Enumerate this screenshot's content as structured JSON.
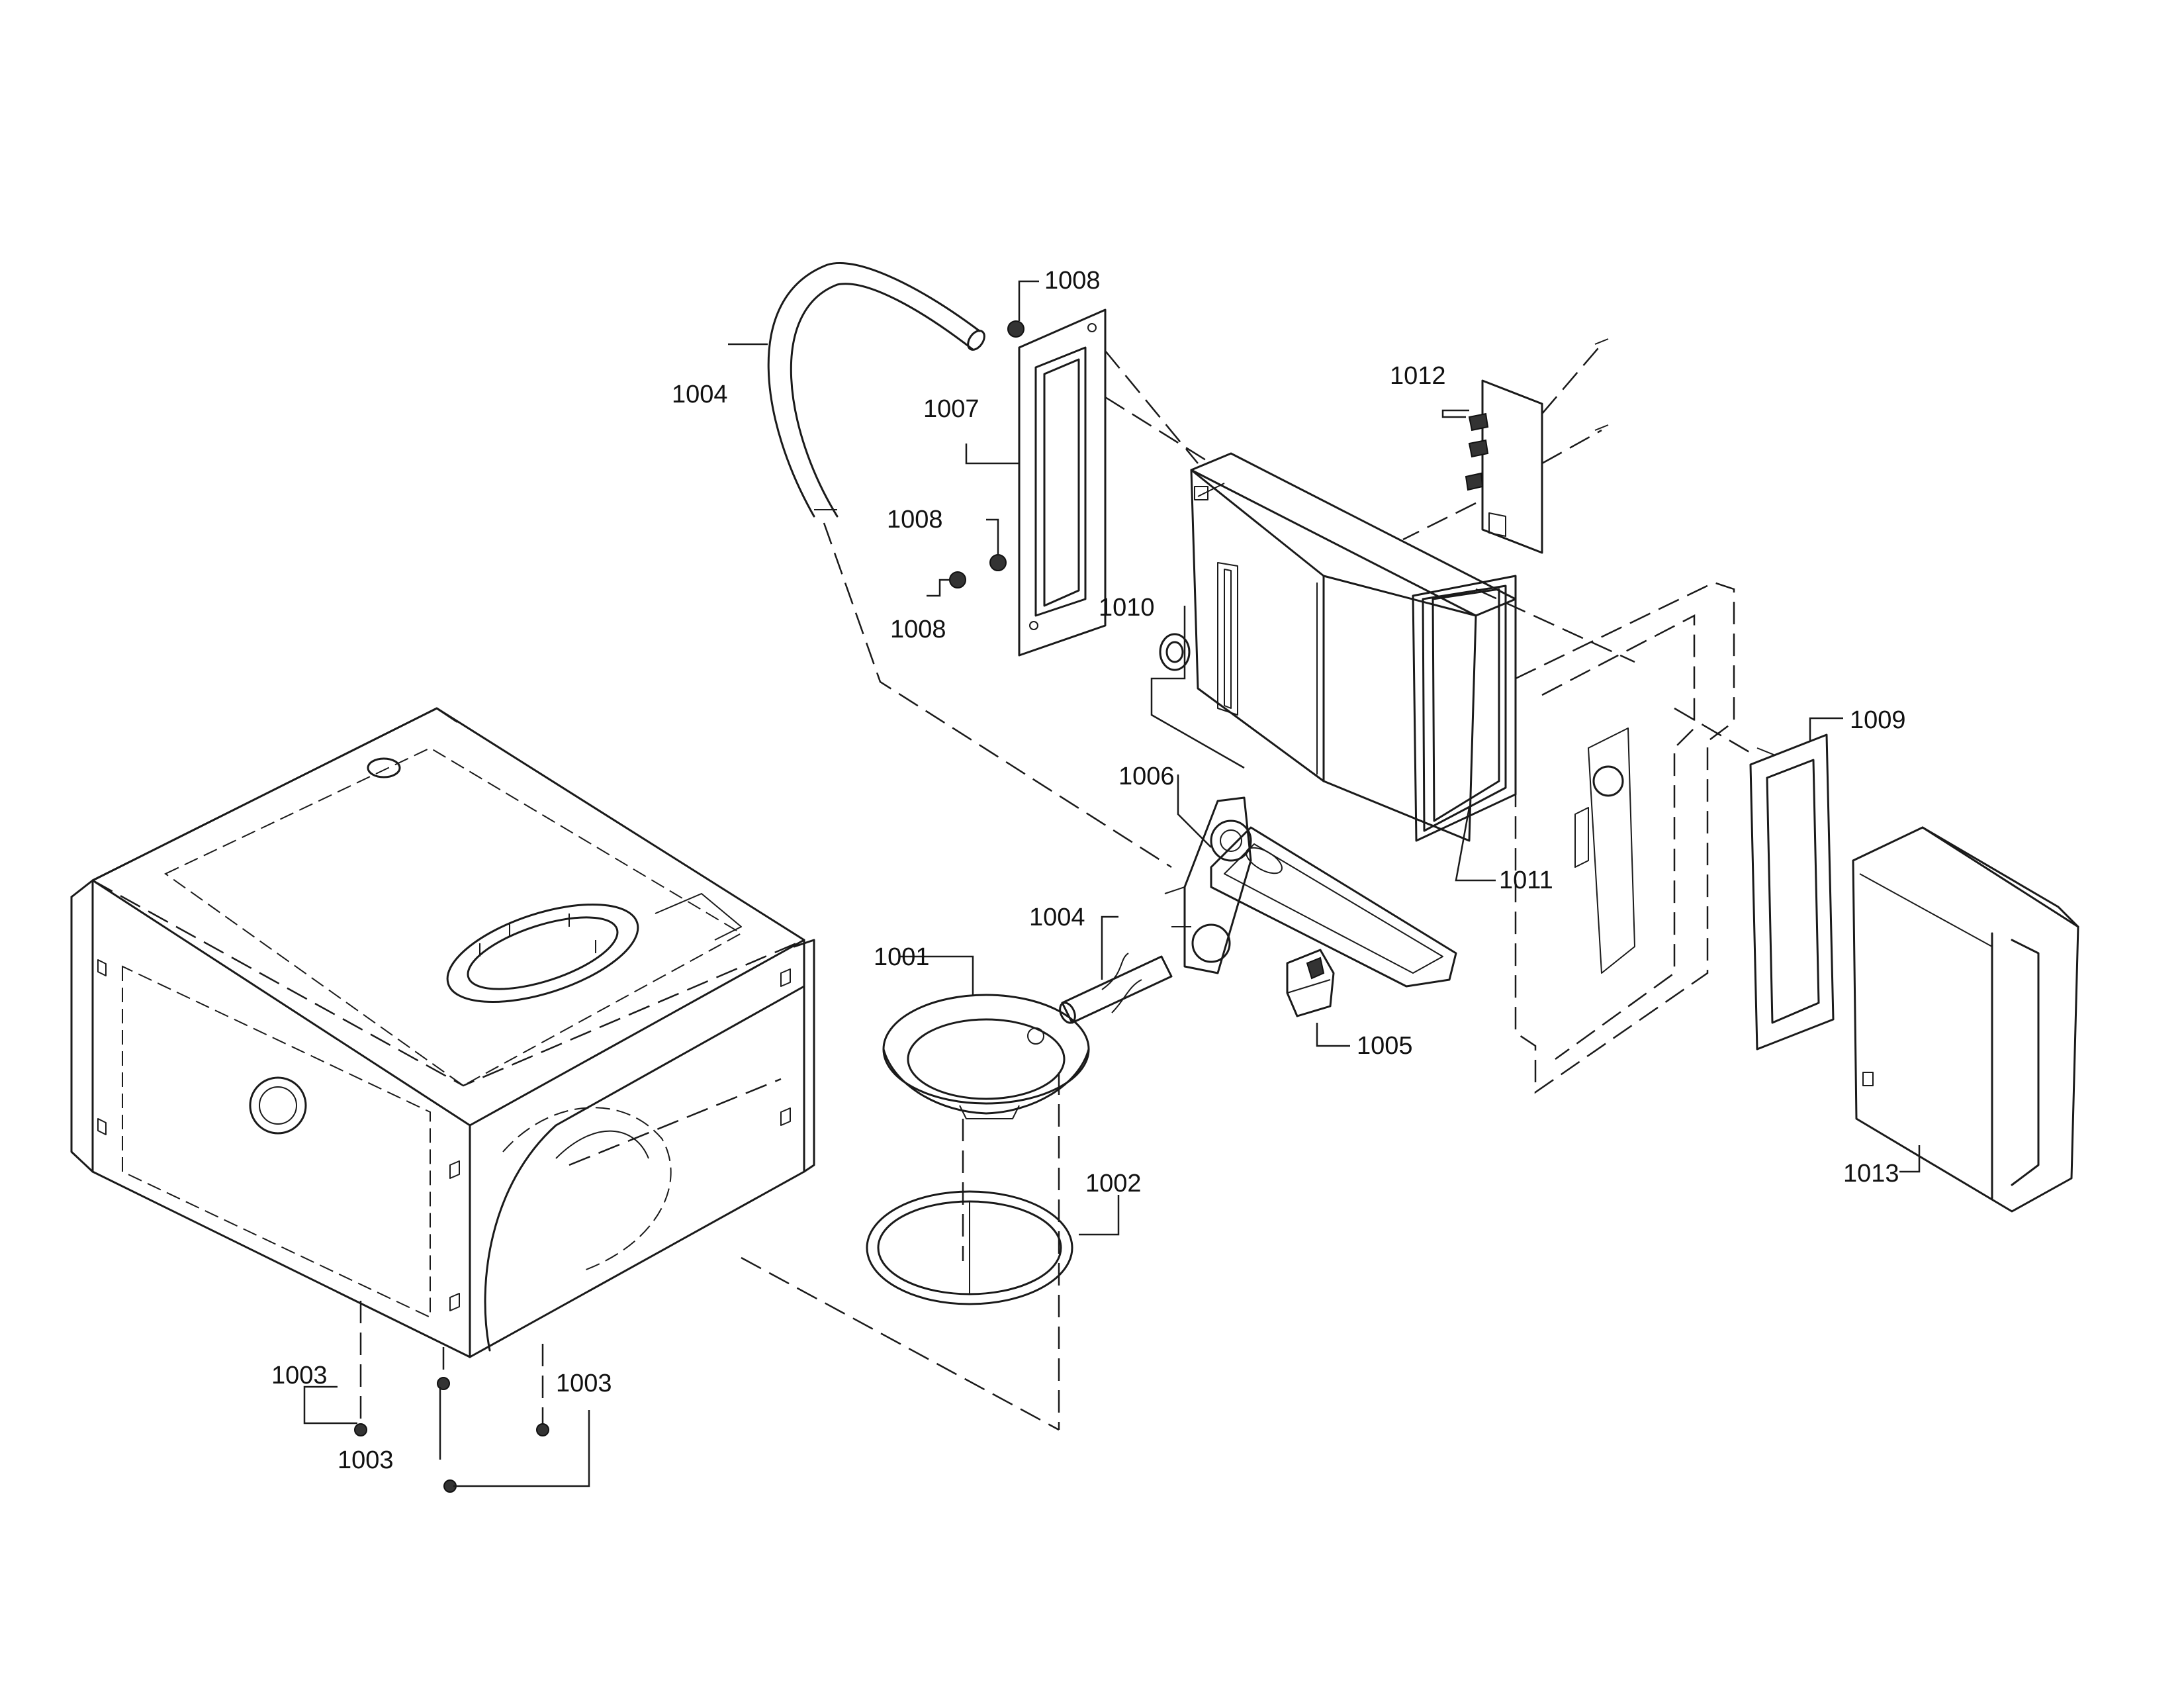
{
  "colors": {
    "line": "#1a1a1a",
    "background": "#ffffff",
    "text": "#111111"
  },
  "callouts": {
    "c1001": "1001",
    "c1002": "1002",
    "c1003a": "1003",
    "c1003b": "1003",
    "c1003c": "1003",
    "c1004a": "1004",
    "c1004b": "1004",
    "c1005": "1005",
    "c1006": "1006",
    "c1007": "1007",
    "c1008a": "1008",
    "c1008b": "1008",
    "c1008c": "1008",
    "c1009": "1009",
    "c1010": "1010",
    "c1011": "1011",
    "c1012": "1012",
    "c1013": "1013"
  }
}
